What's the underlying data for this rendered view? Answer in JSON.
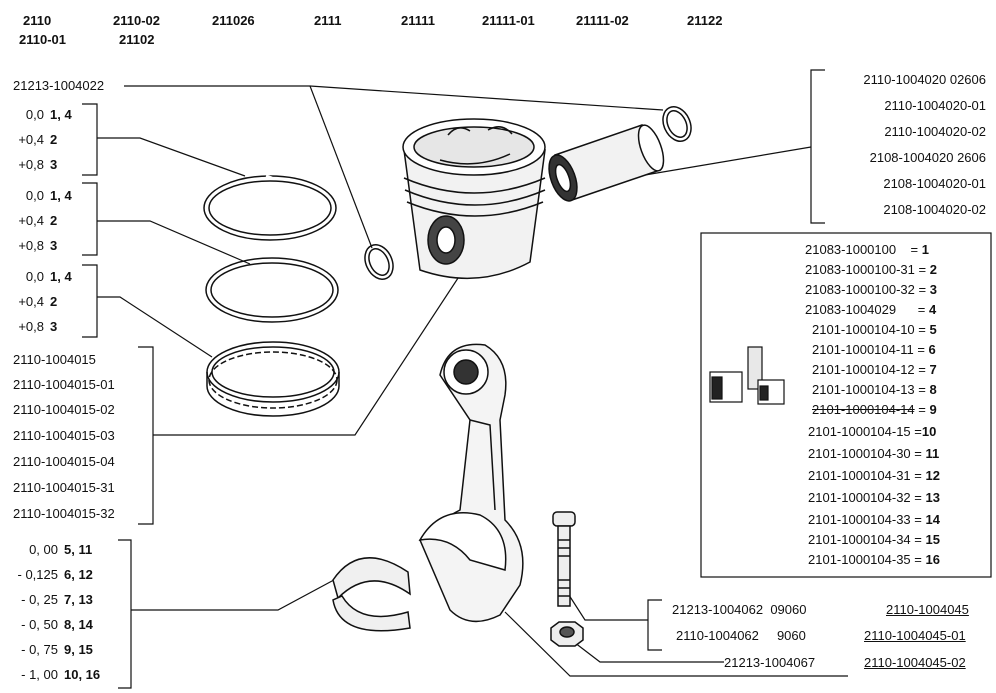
{
  "header": {
    "models": [
      "2110",
      "2110-02",
      "211026",
      "2111",
      "21111",
      "21111-01",
      "21111-02",
      "21122"
    ],
    "models_row2": [
      "2110-01",
      "21102"
    ]
  },
  "lock_ring_part": "21213-1004022",
  "ring_groups": [
    {
      "sizes": [
        {
          "size": "0,0",
          "codes": "1, 4"
        },
        {
          "size": "+0,4",
          "codes": "2"
        },
        {
          "size": "+0,8",
          "codes": "3"
        }
      ]
    },
    {
      "sizes": [
        {
          "size": "0,0",
          "codes": "1, 4"
        },
        {
          "size": "+0,4",
          "codes": "2"
        },
        {
          "size": "+0,8",
          "codes": "3"
        }
      ]
    },
    {
      "sizes": [
        {
          "size": "0,0",
          "codes": "1, 4"
        },
        {
          "size": "+0,4",
          "codes": "2"
        },
        {
          "size": "+0,8",
          "codes": "3"
        }
      ]
    }
  ],
  "piston_parts": [
    "2110-1004015",
    "2110-1004015-01",
    "2110-1004015-02",
    "2110-1004015-03",
    "2110-1004015-04",
    "2110-1004015-31",
    "2110-1004015-32"
  ],
  "bearing_sizes": [
    {
      "size": "0, 00",
      "codes": "5, 11"
    },
    {
      "size": "- 0,125",
      "codes": "6, 12"
    },
    {
      "size": "- 0, 25",
      "codes": "7, 13"
    },
    {
      "size": "- 0, 50",
      "codes": "8, 14"
    },
    {
      "size": "- 0, 75",
      "codes": "9, 15"
    },
    {
      "size": "- 1, 00",
      "codes": "10, 16"
    }
  ],
  "pin_parts": [
    "2110-1004020 02606",
    "2110-1004020-01",
    "2110-1004020-02",
    "2108-1004020 2606",
    "2108-1004020-01",
    "2108-1004020-02"
  ],
  "kit_legend": [
    {
      "part": "21083-1000100",
      "sep": "=",
      "num": "1"
    },
    {
      "part": "21083-1000100-31",
      "sep": "=",
      "num": "2"
    },
    {
      "part": "21083-1000100-32",
      "sep": "=",
      "num": "3"
    },
    {
      "part": "21083-1004029",
      "sep": "=",
      "num": "4"
    },
    {
      "part": "2101-1000104-10",
      "sep": "=",
      "num": "5"
    },
    {
      "part": "2101-1000104-11",
      "sep": "=",
      "num": "6"
    },
    {
      "part": "2101-1000104-12",
      "sep": "=",
      "num": "7"
    },
    {
      "part": "2101-1000104-13",
      "sep": "=",
      "num": "8"
    },
    {
      "part": "2101-1000104-14",
      "sep": "=",
      "num": "9"
    },
    {
      "part": "2101-1000104-15",
      "sep": "=",
      "num": "10"
    },
    {
      "part": "2101-1000104-30",
      "sep": "=",
      "num": "11"
    },
    {
      "part": "2101-1000104-31",
      "sep": "=",
      "num": "12"
    },
    {
      "part": "2101-1000104-32",
      "sep": "=",
      "num": "13"
    },
    {
      "part": "2101-1000104-33",
      "sep": "=",
      "num": "14"
    },
    {
      "part": "2101-1000104-34",
      "sep": "=",
      "num": "15"
    },
    {
      "part": "2101-1000104-35",
      "sep": "=",
      "num": "16"
    }
  ],
  "bolt_parts": [
    "21213-1004062  09060",
    "2110-1004062     9060"
  ],
  "nut_part": "21213-1004067",
  "rod_parts": [
    "2110-1004045",
    "2110-1004045-01",
    "2110-1004045-02"
  ]
}
